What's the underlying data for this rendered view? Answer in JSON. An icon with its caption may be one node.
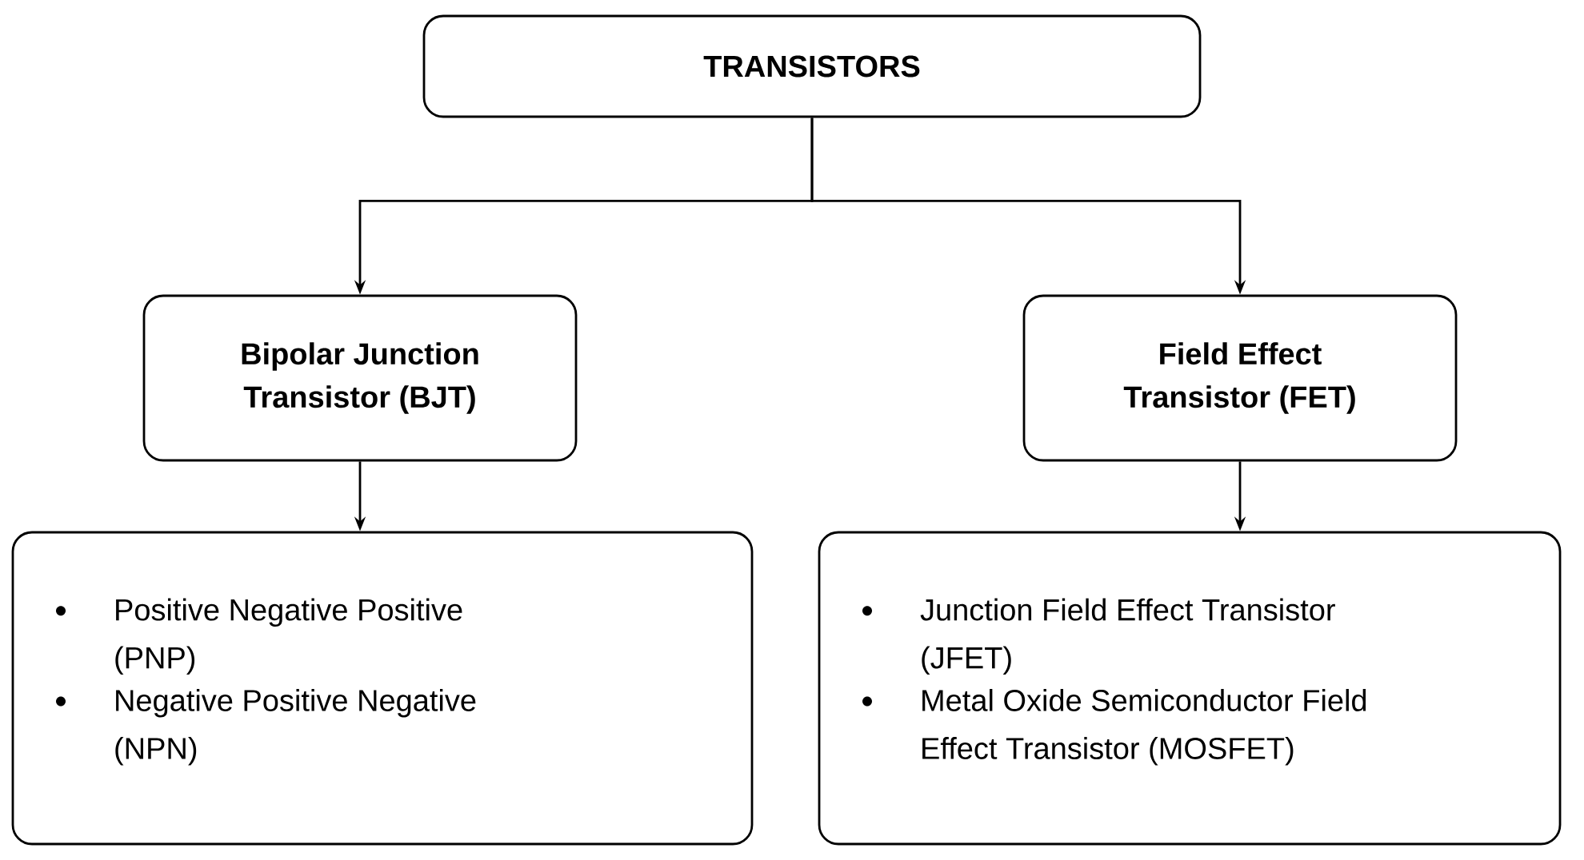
{
  "diagram": {
    "nodes": [
      {
        "text": [
          "TRANSISTORS"
        ]
      },
      {
        "text": [
          "Bipolar Junction Transistor (BJT)"
        ]
      },
      {
        "text": [
          "Field Effect Transistor (FET)"
        ]
      },
      {
        "text": [
          "Positive Negative Positive (PNP)",
          "Negative Positive Negative (NPN)"
        ]
      },
      {
        "text": [
          "Junction Field Effect Transistor (JFET)",
          "Metal Oxide Semiconductor Field Effect Transistor (MOSFET)"
        ]
      }
    ],
    "edges": [
      {
        "from": 0,
        "to": 1,
        "arrow": "to"
      },
      {
        "from": 0,
        "to": 2,
        "arrow": "to"
      },
      {
        "from": 1,
        "to": 3,
        "arrow": "to"
      },
      {
        "from": 2,
        "to": 4,
        "arrow": "to"
      }
    ]
  }
}
